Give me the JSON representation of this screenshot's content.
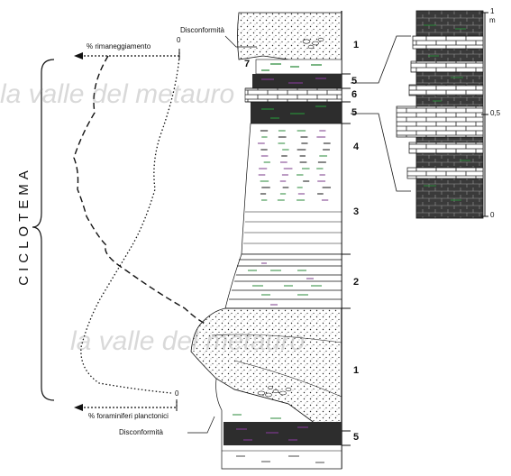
{
  "left_panel": {
    "rimaneggiamento_label": "% rimaneggiamento",
    "rimaneggiamento_zero": "0",
    "foraminiferi_label": "% foraminiferi planctonici",
    "foraminiferi_zero": "0",
    "ciclotema_label": "CICLOTEMA"
  },
  "column": {
    "disconformity_top": "Disconformità",
    "disconformity_bottom": "Disconformità",
    "layer_numbers": {
      "n1_top": "1",
      "n7": "7",
      "n5_a": "5",
      "n6": "6",
      "n5_b": "5",
      "n4": "4",
      "n3": "3",
      "n2": "2",
      "n1_bottom": "1",
      "n5_bottom": "5"
    }
  },
  "inset": {
    "scale_top": "1",
    "scale_unit": "m",
    "scale_mid": "0,5",
    "scale_bottom": "0"
  },
  "watermark": {
    "text_top": "la valle del metauro",
    "text_bottom": "la valle del metauro"
  },
  "colors": {
    "ink": "#111111",
    "dash_green": "#2a8a3a",
    "dash_purple": "#7a3a8a",
    "dark_band": "#2a2a2a"
  }
}
